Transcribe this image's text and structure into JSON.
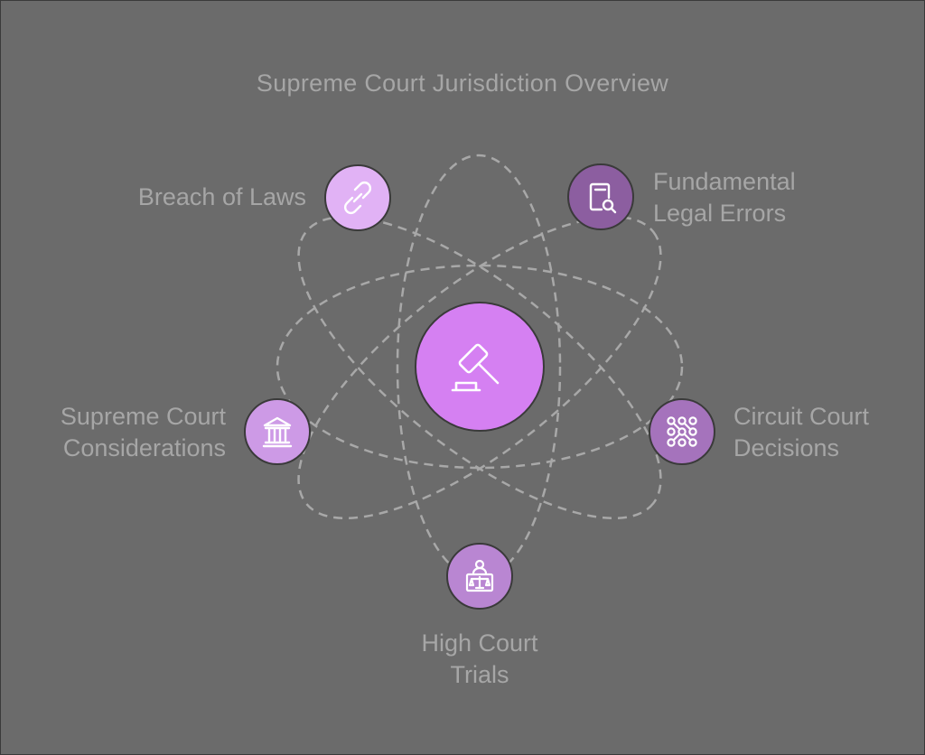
{
  "title": "Supreme Court Jurisdiction Overview",
  "center": {
    "icon": "gavel-icon",
    "color": "#d580f2"
  },
  "nodes": {
    "breach": {
      "line1": "Breach of Laws",
      "icon": "broken-link-icon",
      "color": "#e1b2f5"
    },
    "fundamental": {
      "line1": "Fundamental",
      "line2": "Legal Errors",
      "icon": "document-search-icon",
      "color": "#8c5ea0"
    },
    "supreme": {
      "line1": "Supreme Court",
      "line2": "Considerations",
      "icon": "courthouse-icon",
      "color": "#cd9ae6"
    },
    "circuit": {
      "line1": "Circuit Court",
      "line2": "Decisions",
      "icon": "network-grid-icon",
      "color": "#a573bc"
    },
    "high": {
      "line1": "High Court",
      "line2": "Trials",
      "icon": "judge-scales-icon",
      "color": "#b986d2"
    }
  }
}
